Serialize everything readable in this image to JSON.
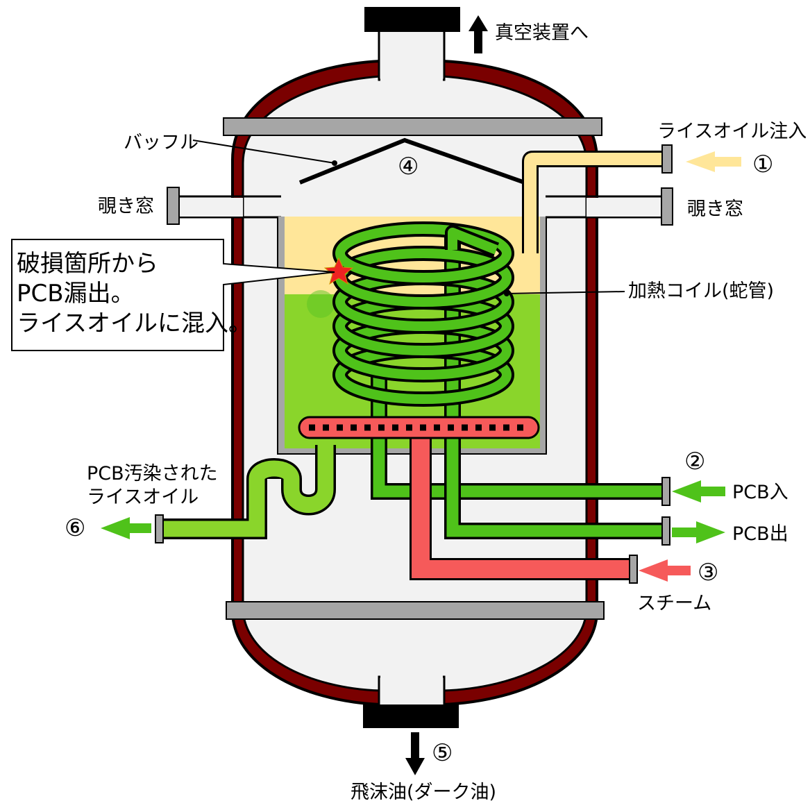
{
  "labels": {
    "vacuum": "真空装置へ",
    "baffle": "バッフル",
    "rice_oil_inlet": "ライスオイル注入",
    "sight_glass_left": "覗き窓",
    "sight_glass_right": "覗き窓",
    "heating_coil": "加熱コイル(蛇管)",
    "contaminated_line1": "PCB汚染された",
    "contaminated_line2": "ライスオイル",
    "pcb_in": "PCB入",
    "pcb_out": "PCB出",
    "steam": "スチーム",
    "dark_oil": "飛沫油(ダーク油)"
  },
  "callout": {
    "line1": "破損箇所から",
    "line2": "PCB漏出。",
    "line3": "ライスオイルに混入。"
  },
  "markers": {
    "m1": "①",
    "m2": "②",
    "m3": "③",
    "m4": "④",
    "m5": "⑤",
    "m6": "⑥"
  },
  "colors": {
    "vessel_wall": "#7a0000",
    "vessel_interior": "#f2f2f2",
    "flange": "#a6a6a6",
    "rice_oil": "#ffe699",
    "contaminated_oil": "#8ad52b",
    "coil": "#4fc21a",
    "steam_pipe": "#f65a5a",
    "leak_star": "#ee2222"
  }
}
